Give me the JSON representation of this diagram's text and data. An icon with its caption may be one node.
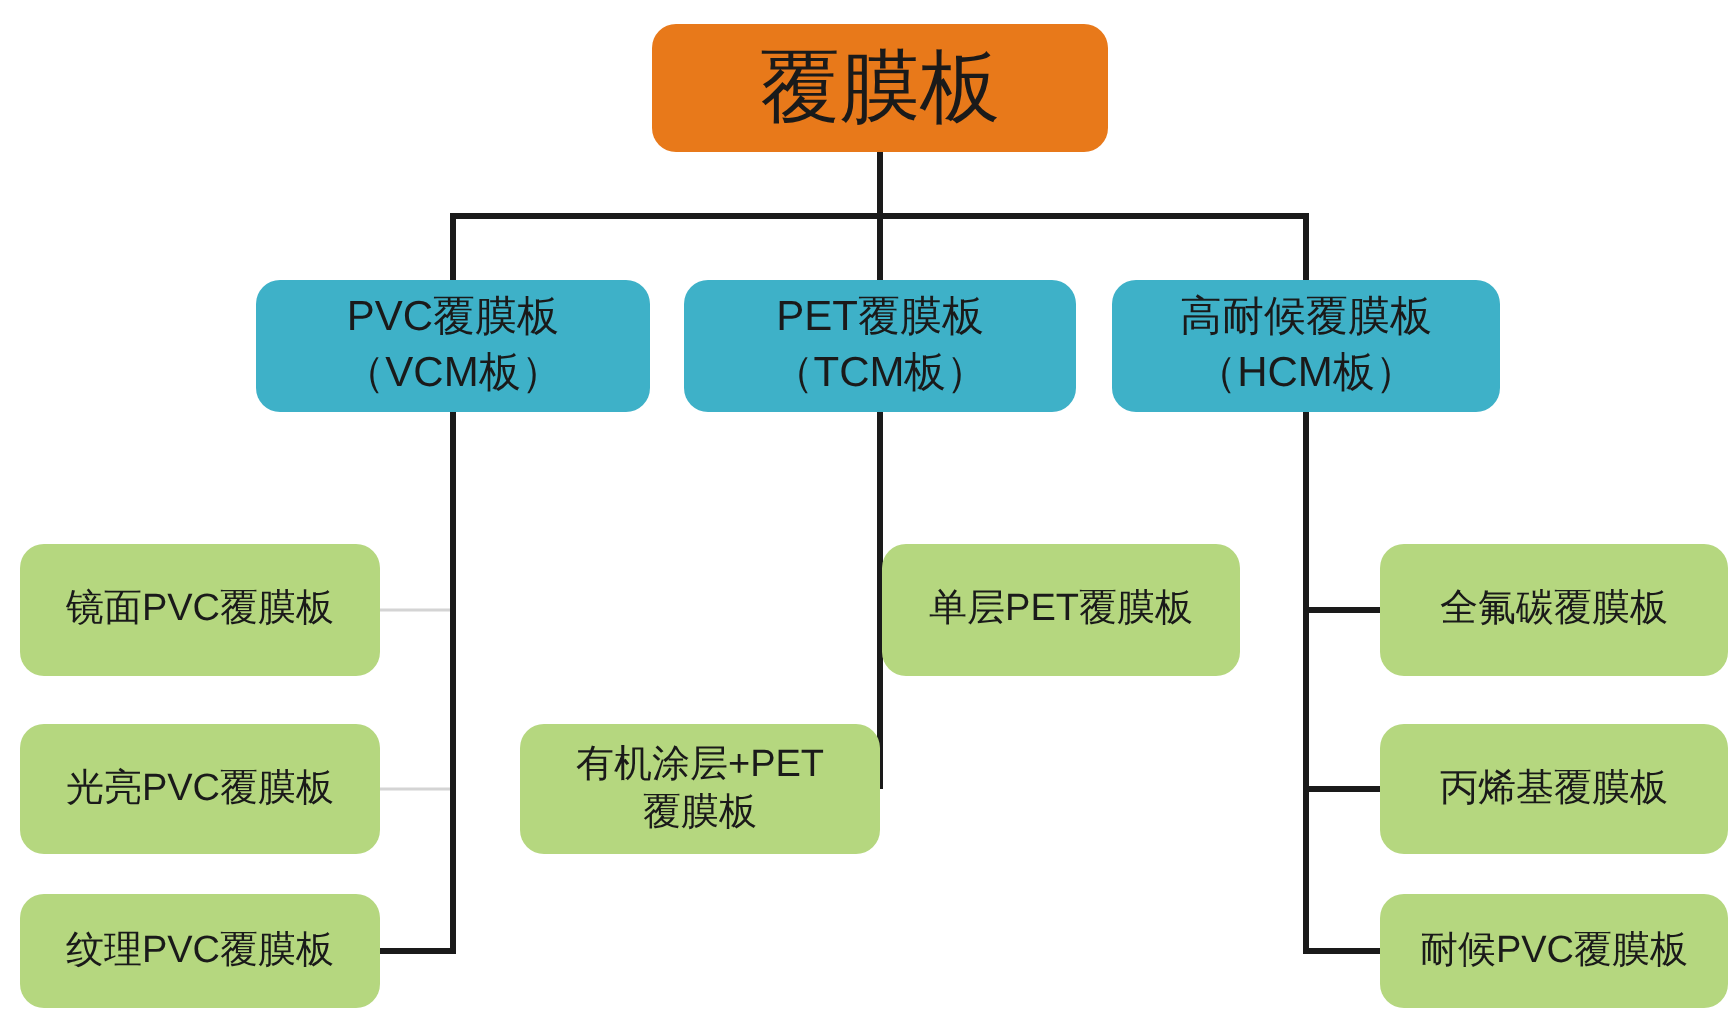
{
  "diagram": {
    "nodes": [
      {
        "text": [
          "覆膜板"
        ]
      },
      {
        "text": [
          "PVC覆膜板",
          "（VCM板）"
        ]
      },
      {
        "text": [
          "PET覆膜板",
          "（TCM板）"
        ]
      },
      {
        "text": [
          "高耐候覆膜板",
          "（HCM板）"
        ]
      },
      {
        "text": [
          "镜面PVC覆膜板"
        ]
      },
      {
        "text": [
          "光亮PVC覆膜板"
        ]
      },
      {
        "text": [
          "纹理PVC覆膜板"
        ]
      },
      {
        "text": [
          "单层PET覆膜板"
        ]
      },
      {
        "text": [
          "有机涂层+PET覆膜板"
        ]
      },
      {
        "text": [
          "全氟碳覆膜板"
        ]
      },
      {
        "text": [
          "丙烯基覆膜板"
        ]
      },
      {
        "text": [
          "耐候PVC覆膜板"
        ]
      }
    ],
    "edges": [
      {
        "from": 0,
        "to": 1,
        "arrow": "none"
      },
      {
        "from": 0,
        "to": 2,
        "arrow": "none"
      },
      {
        "from": 0,
        "to": 3,
        "arrow": "none"
      },
      {
        "from": 1,
        "to": 4,
        "arrow": "none",
        "color": "#d4d4d4"
      },
      {
        "from": 1,
        "to": 5,
        "arrow": "none",
        "color": "#d4d4d4"
      },
      {
        "from": 1,
        "to": 6,
        "arrow": "none"
      },
      {
        "from": 2,
        "to": 7,
        "arrow": "none"
      },
      {
        "from": 2,
        "to": 8,
        "arrow": "none"
      },
      {
        "from": 3,
        "to": 9,
        "arrow": "none"
      },
      {
        "from": 3,
        "to": 10,
        "arrow": "none"
      },
      {
        "from": 3,
        "to": 11,
        "arrow": "none"
      }
    ]
  }
}
